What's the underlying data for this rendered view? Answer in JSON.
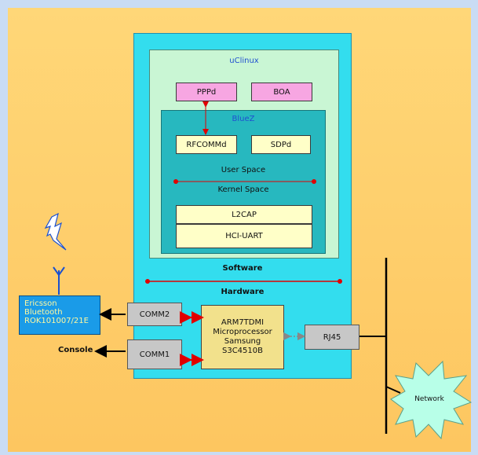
{
  "labels": {
    "uclinux": "uClinux",
    "bluez": "BlueZ",
    "user_space": "User Space",
    "kernel_space": "Kernel Space",
    "software": "Software",
    "hardware": "Hardware",
    "console": "Console"
  },
  "boxes": {
    "pppd": "PPPd",
    "boa": "BOA",
    "rfcommd": "RFCOMMd",
    "sdpd": "SDPd",
    "l2cap": "L2CAP",
    "hci_uart": "HCI-UART",
    "comm2": "COMM2",
    "comm1": "COMM1",
    "rj45": "RJ45",
    "network": "Network"
  },
  "cpu": {
    "line1": "ARM7TDMI",
    "line2": "Microprocessor",
    "line3": "Samsung",
    "line4": "S3C4510B"
  },
  "bluetooth": {
    "line1": "Ericsson",
    "line2": "Bluetooth",
    "line3": "ROK101007/21E"
  },
  "colors": {
    "background": "#ffd778",
    "board": "#33ddee",
    "uclinux": "#c9f6d4",
    "bluez": "#27b8bf",
    "daemon": "#f7a6e2",
    "stack": "#ffffc8",
    "port": "#c7c7c7",
    "cpu": "#f2e18c",
    "bluetooth_module": "#1a9be8",
    "network": "#b8ffe8",
    "divider": "#e00000"
  },
  "icons": {
    "lightning": "lightning-icon",
    "antenna": "antenna-icon"
  }
}
